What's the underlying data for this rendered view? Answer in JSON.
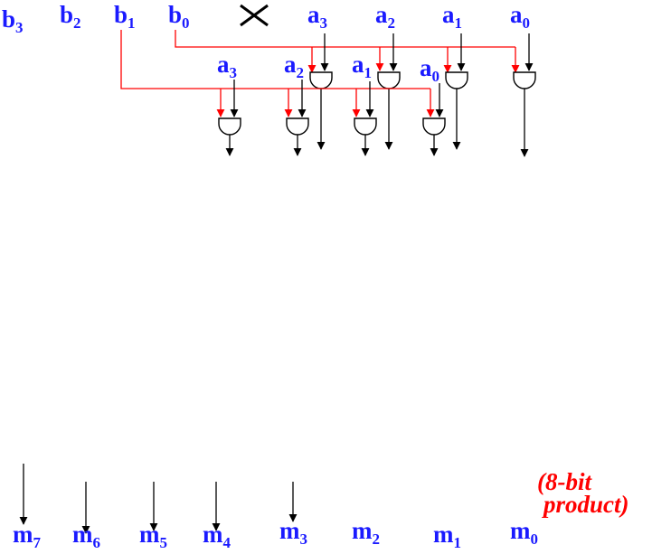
{
  "multiplicand_b": [
    {
      "base": "b",
      "sub": "3"
    },
    {
      "base": "b",
      "sub": "2"
    },
    {
      "base": "b",
      "sub": "1"
    },
    {
      "base": "b",
      "sub": "0"
    }
  ],
  "multiplier_a": [
    {
      "base": "a",
      "sub": "3"
    },
    {
      "base": "a",
      "sub": "2"
    },
    {
      "base": "a",
      "sub": "1"
    },
    {
      "base": "a",
      "sub": "0"
    }
  ],
  "partial_row_1_a": [
    {
      "base": "a",
      "sub": "3"
    },
    {
      "base": "a",
      "sub": "2"
    },
    {
      "base": "a",
      "sub": "1"
    },
    {
      "base": "a",
      "sub": "0"
    }
  ],
  "product_m": [
    {
      "base": "m",
      "sub": "7"
    },
    {
      "base": "m",
      "sub": "6"
    },
    {
      "base": "m",
      "sub": "5"
    },
    {
      "base": "m",
      "sub": "4"
    },
    {
      "base": "m",
      "sub": "3"
    },
    {
      "base": "m",
      "sub": "2"
    },
    {
      "base": "m",
      "sub": "1"
    },
    {
      "base": "m",
      "sub": "0"
    }
  ],
  "note": {
    "line1": "(8-bit",
    "line2": "product)"
  },
  "multiply_symbol": "times-icon",
  "colors": {
    "label": "#1a1aff",
    "b_wire": "#ff0000",
    "a_wire": "#000000",
    "note": "#ff0000"
  }
}
